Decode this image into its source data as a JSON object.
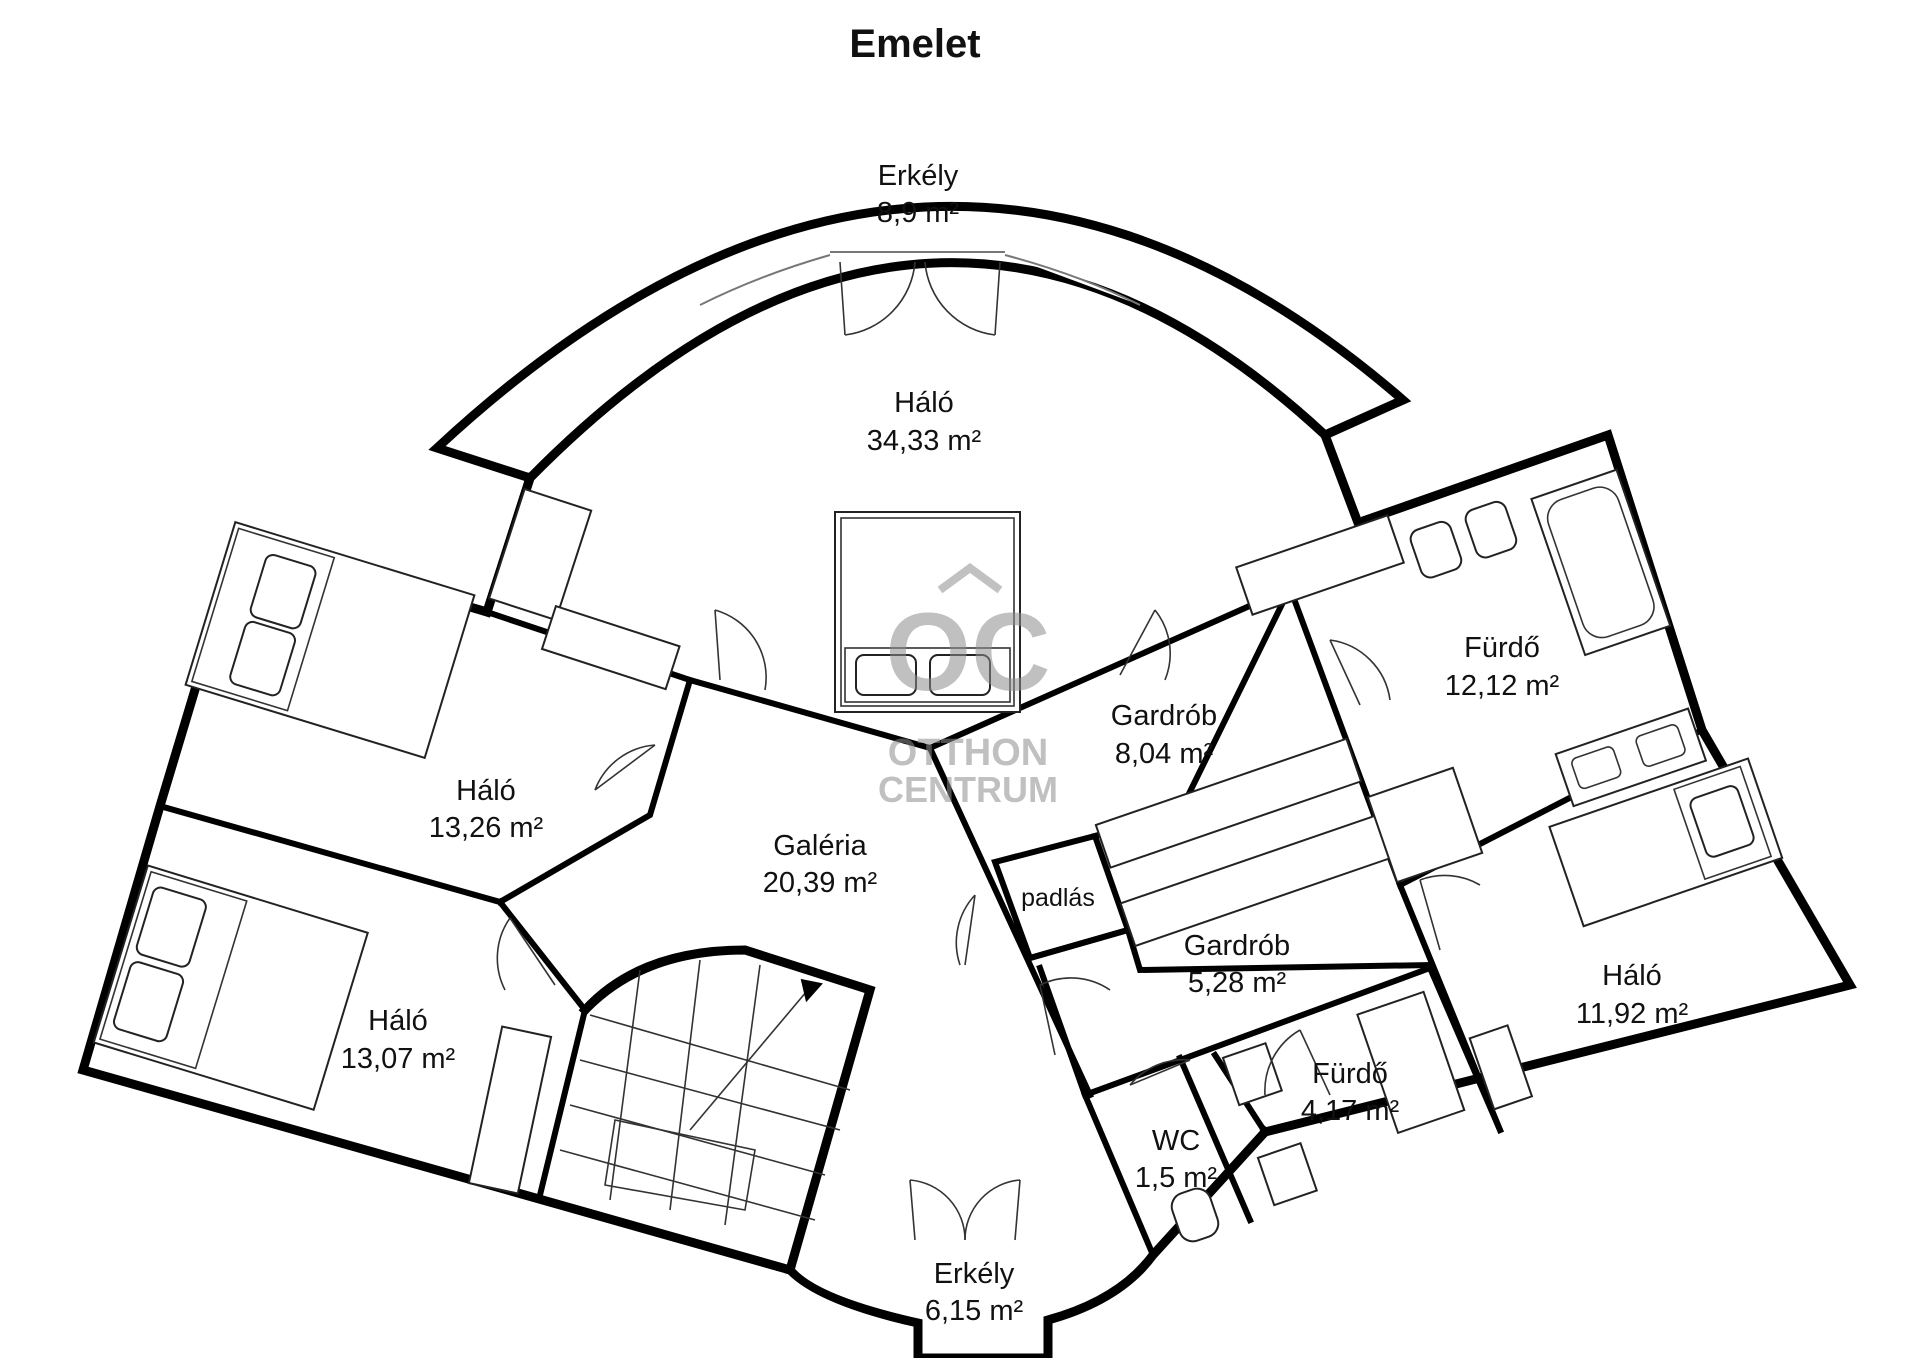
{
  "title": "Emelet",
  "rooms": [
    {
      "id": "erkely-top",
      "name": "Erkély",
      "area": "8,9 m²"
    },
    {
      "id": "halo-master",
      "name": "Háló",
      "area": "34,33 m²"
    },
    {
      "id": "halo-left-upper",
      "name": "Háló",
      "area": "13,26 m²"
    },
    {
      "id": "halo-left-lower",
      "name": "Háló",
      "area": "13,07 m²"
    },
    {
      "id": "galeria",
      "name": "Galéria",
      "area": "20,39 m²"
    },
    {
      "id": "gardrob-upper",
      "name": "Gardrób",
      "area": "8,04 m²"
    },
    {
      "id": "padlas",
      "name": "padlás",
      "area": ""
    },
    {
      "id": "gardrob-lower",
      "name": "Gardrób",
      "area": "5,28 m²"
    },
    {
      "id": "furdo-large",
      "name": "Fürdő",
      "area": "12,12 m²"
    },
    {
      "id": "halo-right",
      "name": "Háló",
      "area": "11,92 m²"
    },
    {
      "id": "furdo-small",
      "name": "Fürdő",
      "area": "4,17 m²"
    },
    {
      "id": "wc",
      "name": "WC",
      "area": "1,5 m²"
    },
    {
      "id": "erkely-bottom",
      "name": "Erkély",
      "area": "6,15 m²"
    }
  ],
  "watermark": {
    "logo": "OC",
    "line1": "OTTHON",
    "line2": "CENTRUM"
  }
}
